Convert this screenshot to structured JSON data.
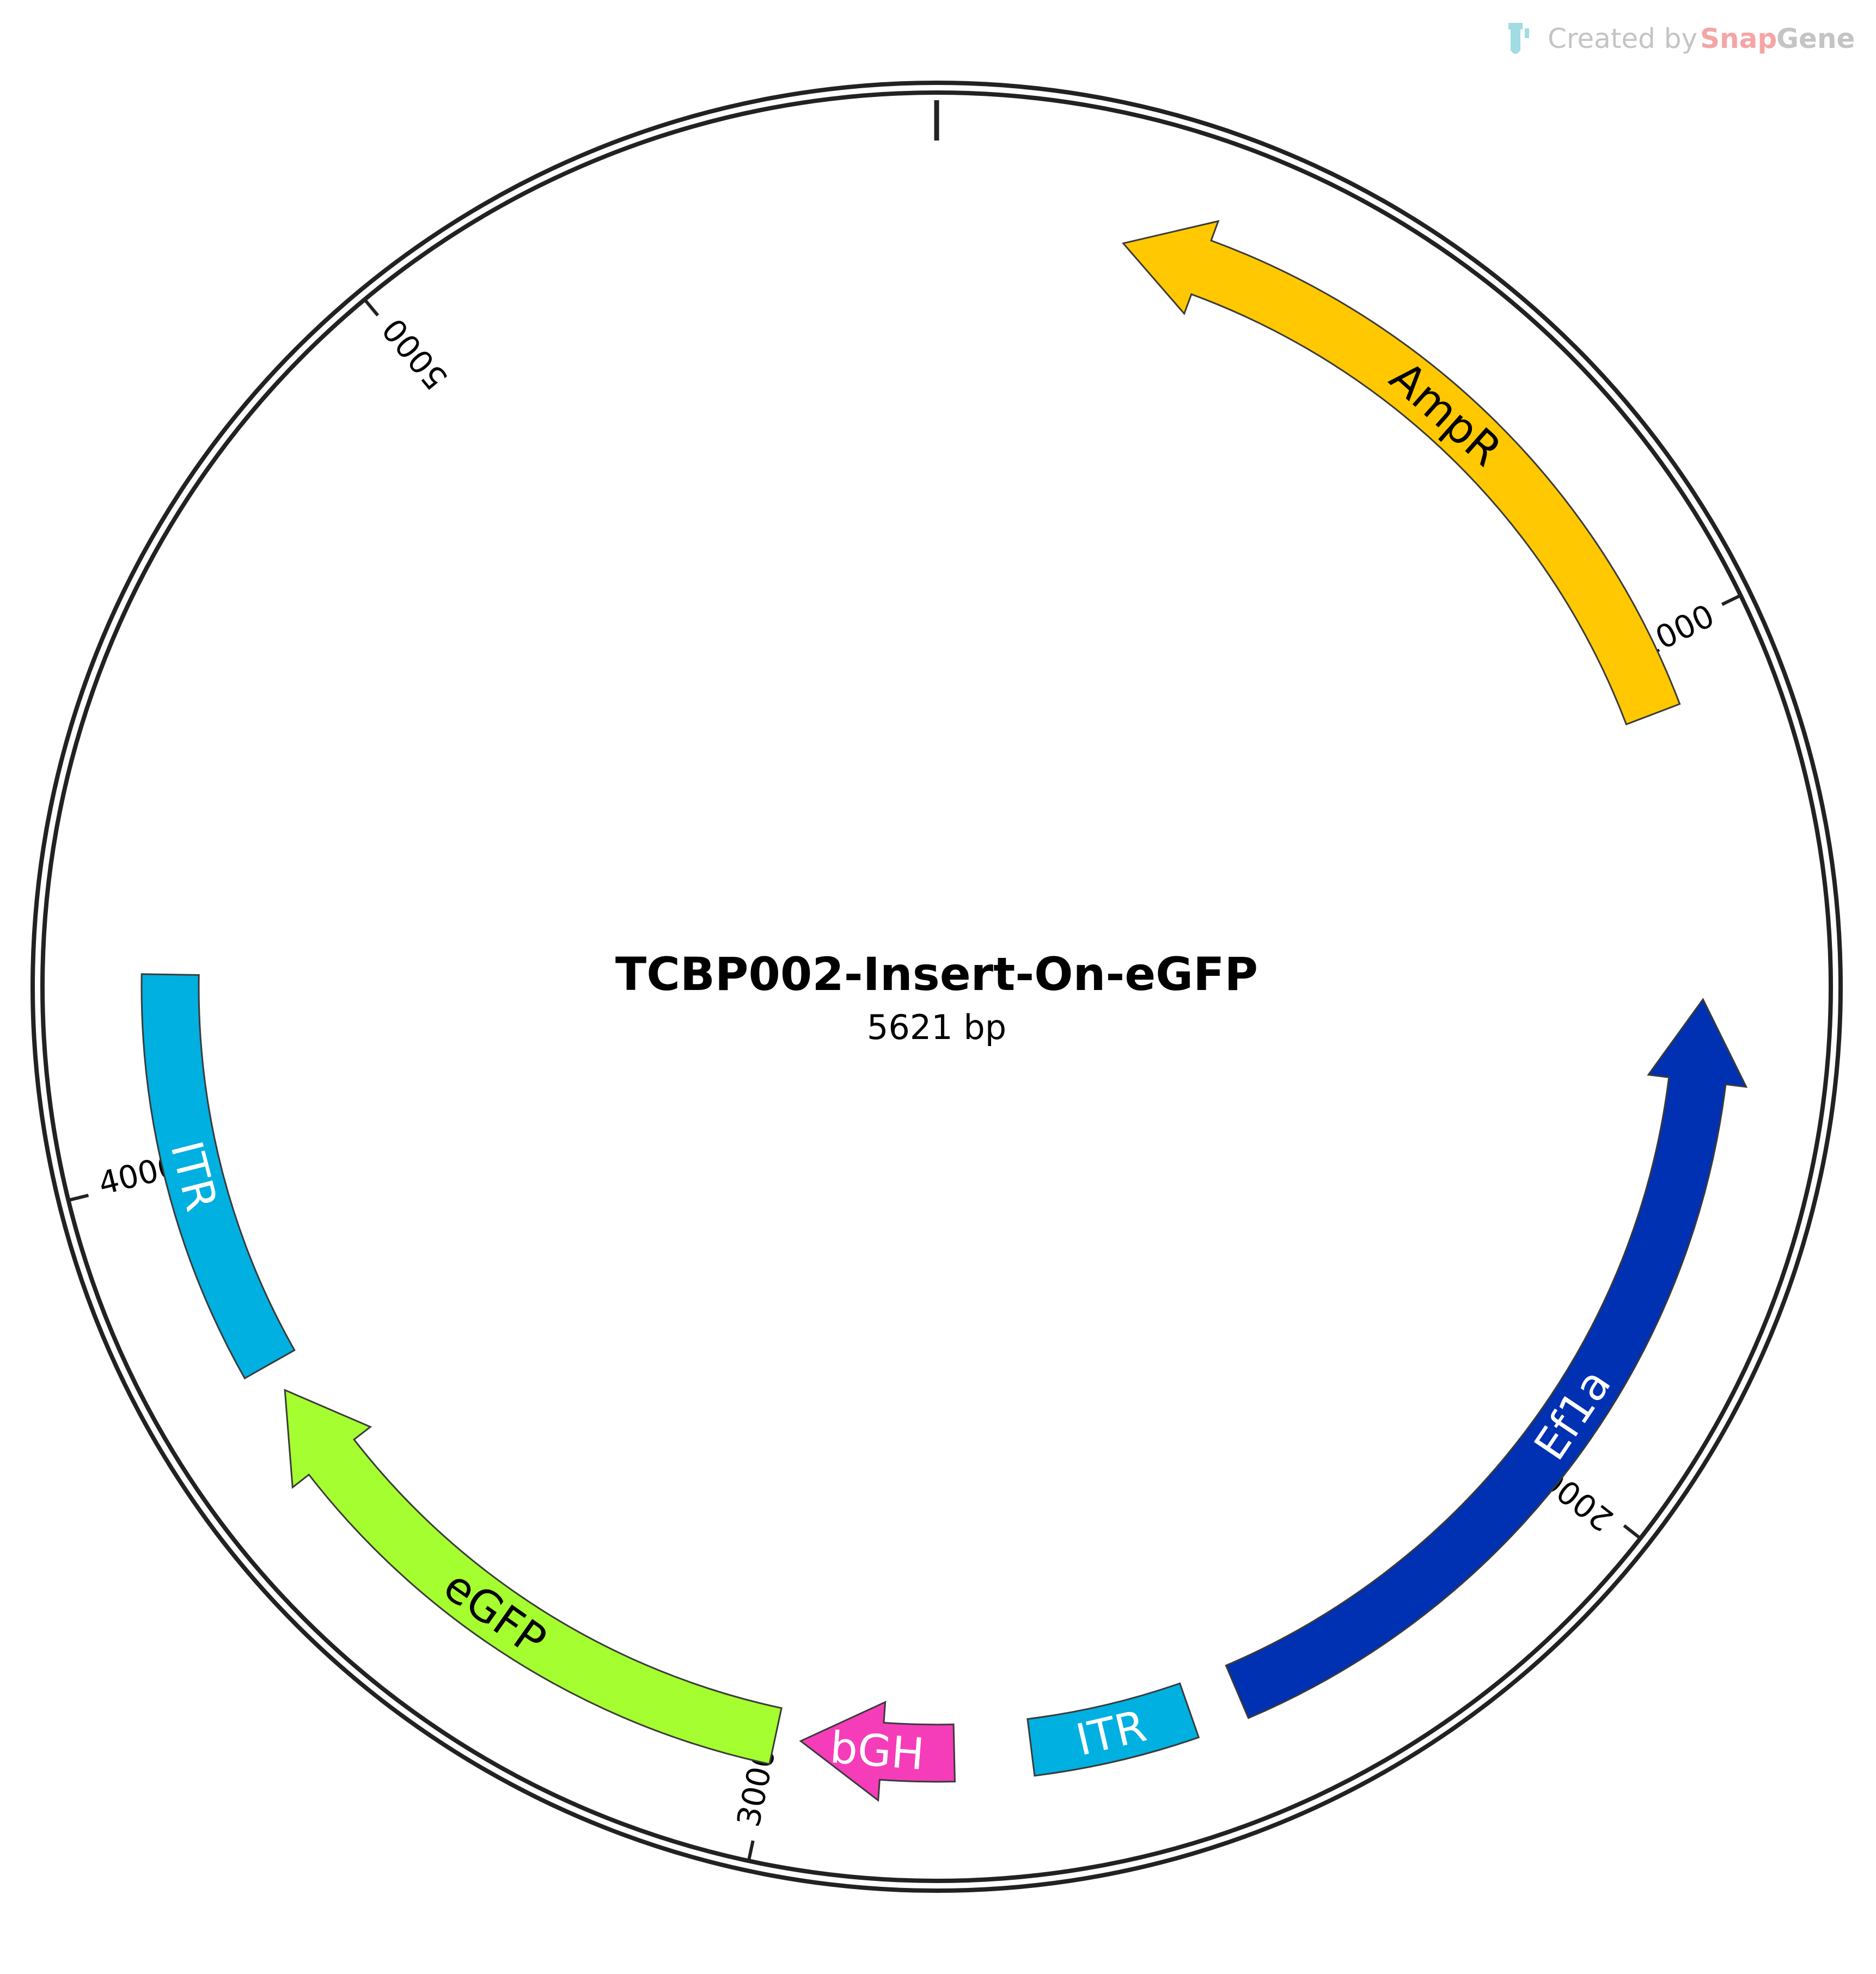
{
  "map": {
    "name": "TCBP002-Insert-On-eGFP",
    "size_label": "5621 bp",
    "length_bp": 5621
  },
  "watermark": {
    "created_by": "Created by",
    "brand_snap": "Snap",
    "brand_gene": "Gene",
    "icon": "test-tube-icon"
  },
  "ticks": [
    {
      "bp": 1000,
      "label": "1000"
    },
    {
      "bp": 2000,
      "label": "2000"
    },
    {
      "bp": 3000,
      "label": "3000"
    },
    {
      "bp": 4000,
      "label": "4000"
    },
    {
      "bp": 5000,
      "label": "5000"
    }
  ],
  "features": [
    {
      "name": "AmpR",
      "start": 220,
      "end": 1080,
      "direction": "reverse",
      "color": "#FFC800",
      "text_color": "#000000"
    },
    {
      "name": "Ef1a",
      "start": 1420,
      "end": 2450,
      "direction": "reverse",
      "color": "#0031B2",
      "text_color": "#FFFFFF"
    },
    {
      "name": "ITR",
      "start": 2510,
      "end": 2700,
      "direction": "none",
      "color": "#00B0E0",
      "text_color": "#FFFFFF"
    },
    {
      "name": "bGH",
      "start": 2790,
      "end": 2970,
      "direction": "forward",
      "color": "#F53DB9",
      "text_color": "#FFFFFF"
    },
    {
      "name": "eGFP",
      "start": 3000,
      "end": 3720,
      "direction": "forward",
      "color": "#A5FF30",
      "text_color": "#000000"
    },
    {
      "name": "ITR",
      "start": 3755,
      "end": 4230,
      "direction": "none",
      "color": "#00B0E0",
      "text_color": "#FFFFFF"
    }
  ]
}
